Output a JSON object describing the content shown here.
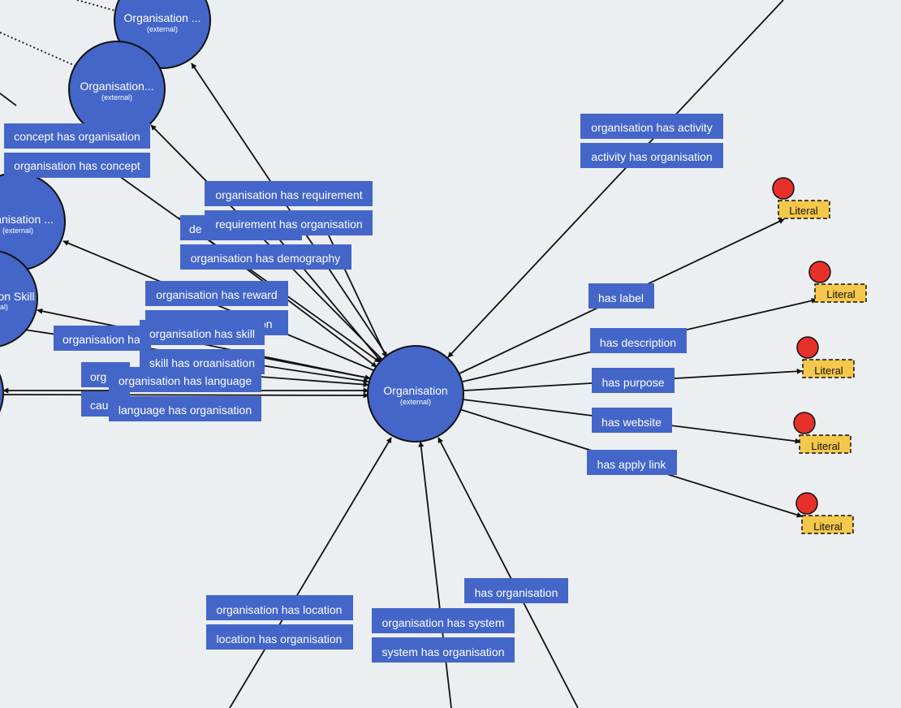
{
  "colors": {
    "background": "#eceff1",
    "class_node_fill": "#4466c9",
    "class_node_stroke": "#111111",
    "property_label_fill": "#4466c9",
    "property_label_text": "#ffffff",
    "literal_fill": "#f4c84a",
    "literal_stroke": "#111111",
    "datatype_marker_fill": "#e8302a",
    "edge": "#111111"
  },
  "nodes": {
    "center": {
      "title": "Organisation",
      "subtitle": "(external)"
    },
    "top_a": {
      "title": "Organisation ...",
      "subtitle": "(external)"
    },
    "top_b": {
      "title": "Organisation...",
      "subtitle": "(external)"
    },
    "left_a": {
      "title": "anisation ...",
      "subtitle": "(external)"
    },
    "left_b": {
      "title": "on Skill",
      "subtitle": "al)"
    }
  },
  "property_labels": {
    "concept_has_organisation": "concept has organisation",
    "organisation_has_concept": "organisation has concept",
    "organisation_has_requirement": "organisation has requirement",
    "requirement_has_organisation": "requirement has organisation",
    "demography_has_organisation_partial": "de",
    "organisation_has_demography": "organisation has demography",
    "organisation_has_reward": "organisation has reward",
    "reward_has_organisation_partial": "on",
    "organisation_has_skill": "organisation has skill",
    "skill_has_organisation": "skill has organisation",
    "organisation_ha_partial": "organisation ha",
    "organisation_has_language": "organisation has language",
    "language_has_organisation": "language has organisation",
    "org_partial": "org",
    "cau_partial": "cau",
    "organisation_has_activity": "organisation has activity",
    "activity_has_organisation": "activity has organisation",
    "has_label": "has label",
    "has_description": "has description",
    "has_purpose": "has purpose",
    "has_website": "has website",
    "has_apply_link": "has apply link",
    "organisation_has_location": "organisation has location",
    "location_has_organisation": "location has organisation",
    "organisation_has_system": "organisation has system",
    "system_has_organisation": "system has organisation",
    "has_organisation": "has organisation"
  },
  "literal_text": "Literal"
}
